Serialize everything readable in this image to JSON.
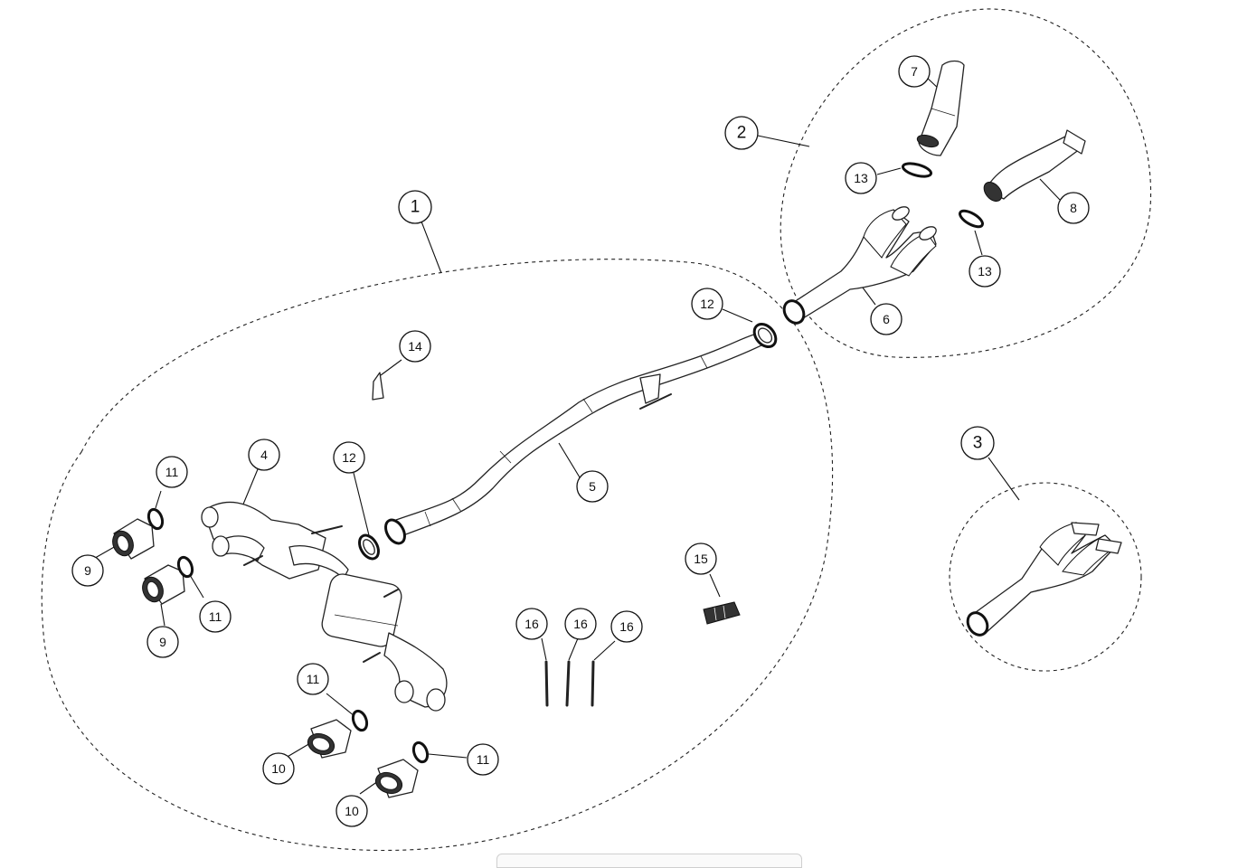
{
  "diagram": {
    "callouts": [
      {
        "id": "c1",
        "label": "1"
      },
      {
        "id": "c2",
        "label": "2"
      },
      {
        "id": "c3",
        "label": "3"
      },
      {
        "id": "c4",
        "label": "4"
      },
      {
        "id": "c5",
        "label": "5"
      },
      {
        "id": "c6",
        "label": "6"
      },
      {
        "id": "c7",
        "label": "7"
      },
      {
        "id": "c8",
        "label": "8"
      },
      {
        "id": "c9a",
        "label": "9"
      },
      {
        "id": "c9b",
        "label": "9"
      },
      {
        "id": "c10a",
        "label": "10"
      },
      {
        "id": "c10b",
        "label": "10"
      },
      {
        "id": "c11a",
        "label": "11"
      },
      {
        "id": "c11b",
        "label": "11"
      },
      {
        "id": "c11c",
        "label": "11"
      },
      {
        "id": "c11d",
        "label": "11"
      },
      {
        "id": "c12a",
        "label": "12"
      },
      {
        "id": "c12b",
        "label": "12"
      },
      {
        "id": "c13a",
        "label": "13"
      },
      {
        "id": "c13b",
        "label": "13"
      },
      {
        "id": "c14",
        "label": "14"
      },
      {
        "id": "c15",
        "label": "15"
      },
      {
        "id": "c16a",
        "label": "16"
      },
      {
        "id": "c16b",
        "label": "16"
      },
      {
        "id": "c16c",
        "label": "16"
      }
    ]
  }
}
